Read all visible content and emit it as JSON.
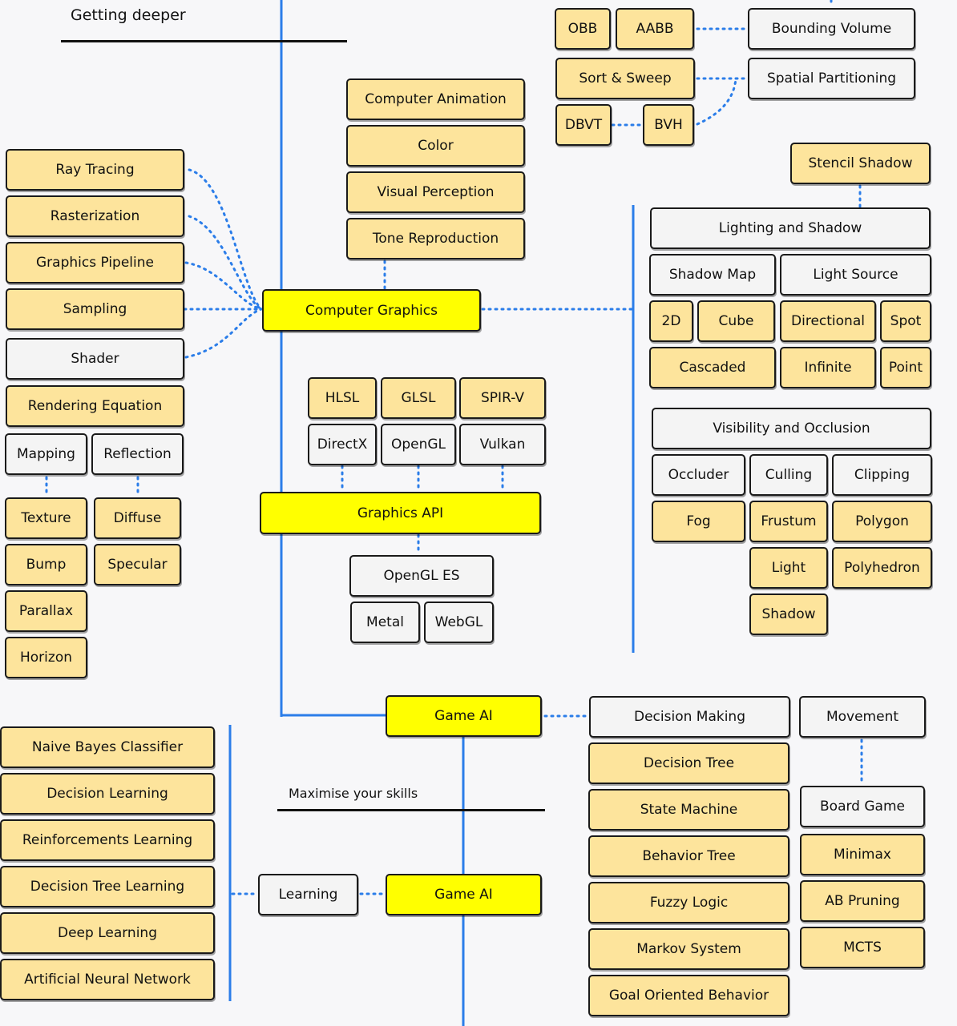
{
  "headings": {
    "getting_deeper": "Getting deeper",
    "maximise_skills": "Maximise your skills"
  },
  "colors": {
    "main": "#ffff00",
    "subtopic": "#fde49c",
    "optional": "#f4f4f4",
    "line": "#2b7de9"
  },
  "nodes": {
    "obb": "OBB",
    "aabb": "AABB",
    "bounding_volume": "Bounding Volume",
    "sort_sweep": "Sort & Sweep",
    "spatial_partitioning": "Spatial Partitioning",
    "dbvt": "DBVT",
    "bvh": "BVH",
    "computer_animation": "Computer Animation",
    "color": "Color",
    "visual_perception": "Visual Perception",
    "tone_reproduction": "Tone Reproduction",
    "stencil_shadow": "Stencil Shadow",
    "ray_tracing": "Ray Tracing",
    "rasterization": "Rasterization",
    "graphics_pipeline": "Graphics Pipeline",
    "sampling": "Sampling",
    "shader": "Shader",
    "rendering_equation": "Rendering Equation",
    "mapping": "Mapping",
    "reflection": "Reflection",
    "texture": "Texture",
    "diffuse": "Diffuse",
    "bump": "Bump",
    "specular": "Specular",
    "parallax": "Parallax",
    "horizon": "Horizon",
    "computer_graphics": "Computer Graphics",
    "lighting_and_shadow": "Lighting and Shadow",
    "shadow_map": "Shadow Map",
    "light_source": "Light Source",
    "shadow_2d": "2D",
    "cube": "Cube",
    "directional": "Directional",
    "spot": "Spot",
    "cascaded": "Cascaded",
    "infinite": "Infinite",
    "point": "Point",
    "hlsl": "HLSL",
    "glsl": "GLSL",
    "spirv": "SPIR-V",
    "directx": "DirectX",
    "opengl": "OpenGL",
    "vulkan": "Vulkan",
    "graphics_api": "Graphics API",
    "opengl_es": "OpenGL ES",
    "metal": "Metal",
    "webgl": "WebGL",
    "visibility_and_occlusion": "Visibility and Occlusion",
    "occluder": "Occluder",
    "culling": "Culling",
    "clipping": "Clipping",
    "fog": "Fog",
    "frustum": "Frustum",
    "polygon": "Polygon",
    "light": "Light",
    "polyhedron": "Polyhedron",
    "shadow": "Shadow",
    "game_ai": "Game AI",
    "decision_making": "Decision Making",
    "movement": "Movement",
    "decision_tree": "Decision Tree",
    "state_machine": "State Machine",
    "behavior_tree": "Behavior Tree",
    "fuzzy_logic": "Fuzzy Logic",
    "markov_system": "Markov System",
    "goal_oriented_behavior": "Goal Oriented Behavior",
    "board_game": "Board Game",
    "minimax": "Minimax",
    "ab_pruning": "AB Pruning",
    "mcts": "MCTS",
    "naive_bayes": "Naive Bayes Classifier",
    "decision_learning": "Decision Learning",
    "reinforcements_learning": "Reinforcements Learning",
    "decision_tree_learning": "Decision Tree Learning",
    "deep_learning": "Deep Learning",
    "artificial_neural_network": "Artificial Neural Network",
    "learning": "Learning",
    "game_ai_2": "Game AI"
  }
}
